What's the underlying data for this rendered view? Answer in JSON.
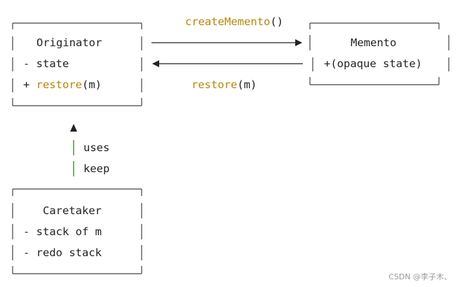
{
  "originator": {
    "title": "Originator",
    "line1_prefix": "- ",
    "line1_text": "state",
    "line2_prefix": "+ ",
    "line2_method": "restore",
    "line2_args": "(m)"
  },
  "memento": {
    "title": "Memento",
    "line1": "+(opaque state)"
  },
  "caretaker": {
    "title": "Caretaker",
    "line1": "- stack of m",
    "line2": "- redo stack"
  },
  "arrows": {
    "create_method": "createMemento",
    "create_args": "()",
    "restore_method": "restore",
    "restore_args": "(m)",
    "uses": "uses",
    "keep": "keep"
  },
  "watermark": "CSDN @李子木、",
  "colors": {
    "text": "#222222",
    "accent": "#b8860b",
    "line": "#444444",
    "bar": "#4a8a3a"
  }
}
